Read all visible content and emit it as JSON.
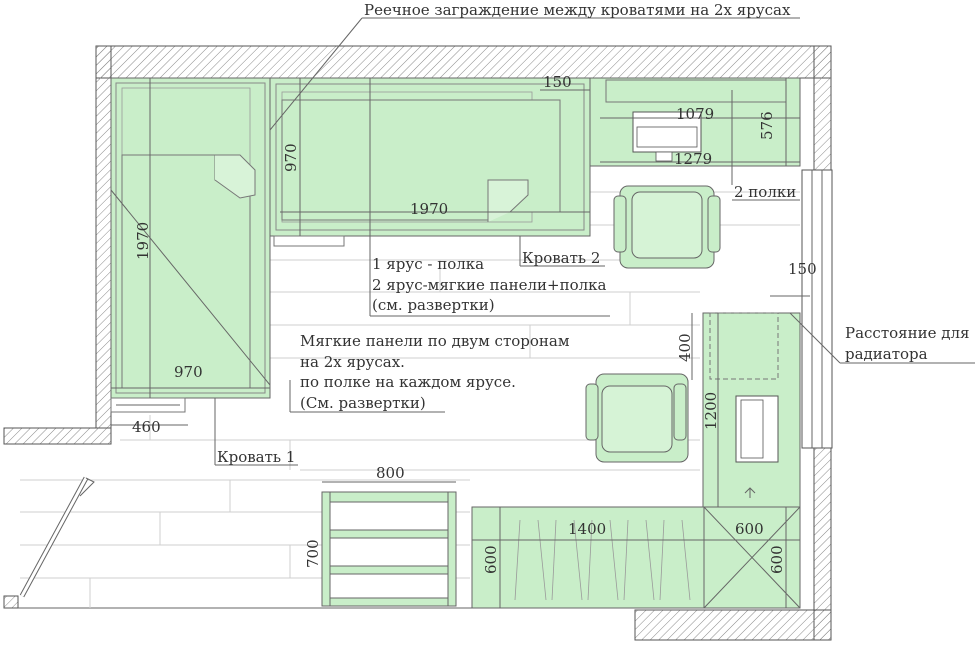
{
  "labels": {
    "rail": "Реечное заграждение между кроватями на 2х ярусах",
    "bed2": "Кровать 2",
    "bed1": "Кровать 1",
    "shelves": "2 полки",
    "radiator_1": "Расстояние для",
    "radiator_2": "радиатора",
    "tier_1": "1 ярус - полка",
    "tier_2": "2 ярус-мягкие панели+полка",
    "tier_3": "(см. развертки)",
    "panels_1": "Мягкие панели по двум сторонам",
    "panels_2": "на 2х ярусах.",
    "panels_3": "по полке на каждом ярусе.",
    "panels_4": "(См. развертки)"
  },
  "dimensions": {
    "bed2_length": "1970",
    "bed2_width": "970",
    "bed1_length": "1970",
    "bed1_width": "970",
    "gap_460": "460",
    "desk_top_150": "150",
    "desk_1079": "1079",
    "desk_1279": "1279",
    "desk_576": "576",
    "right_150": "150",
    "desk_400": "400",
    "desk_1200": "1200",
    "rack_800": "800",
    "rack_700": "700",
    "wardrobe_1400": "1400",
    "wardrobe_600_left": "600",
    "corner_600_top": "600",
    "corner_600_right": "600"
  },
  "colors": {
    "furniture": "#c9eec9",
    "wall_hatch": "#8a8a8a",
    "lines": "#666666"
  }
}
